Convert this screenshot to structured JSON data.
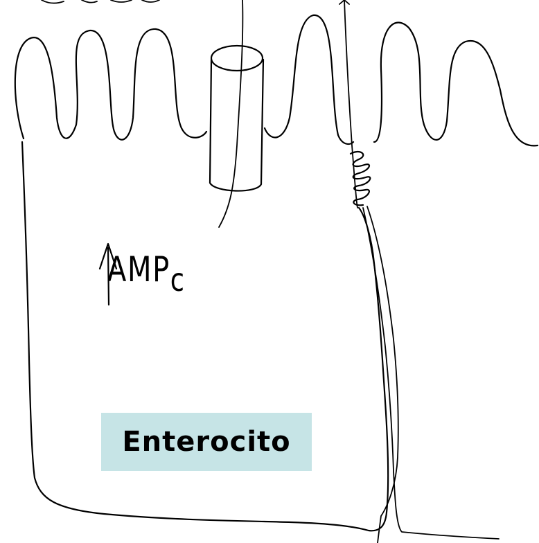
{
  "label": {
    "text": "Enterocito",
    "background": "#c6e4e6"
  },
  "annotation": {
    "main": "AMP",
    "subscript": "c"
  },
  "colors": {
    "ink": "#000000",
    "background": "#ffffff"
  }
}
